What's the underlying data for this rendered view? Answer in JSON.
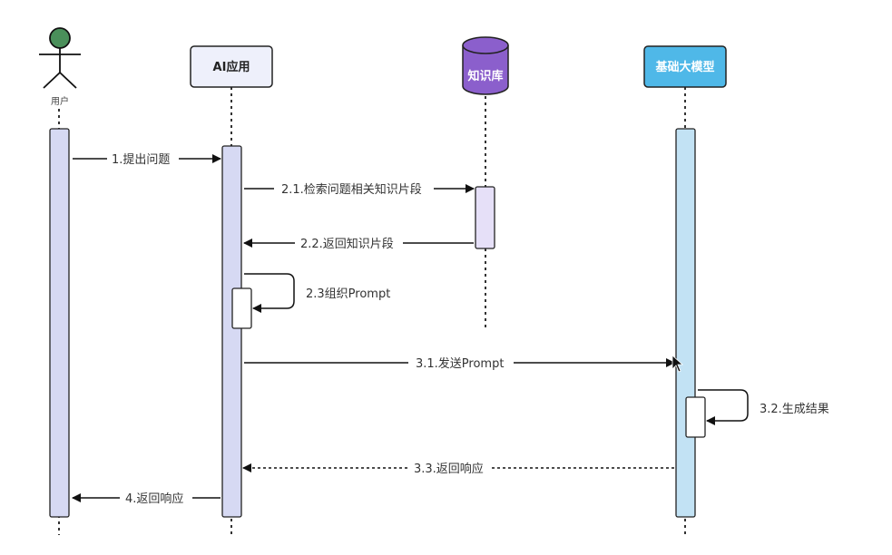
{
  "diagram": {
    "type": "sequence",
    "participants": {
      "user": {
        "label": "用户",
        "kind": "actor",
        "head_color": "#4a8f5a"
      },
      "app": {
        "label": "AI应用",
        "kind": "box",
        "fill": "#eef0fb",
        "text_color": "#222222"
      },
      "kb": {
        "label": "知识库",
        "kind": "database",
        "fill": "#8b5fcc",
        "text_color": "#ffffff"
      },
      "llm": {
        "label": "基础大模型",
        "kind": "box",
        "fill": "#4fb8e8",
        "text_color": "#ffffff"
      }
    },
    "activation_colors": {
      "user": "#d6d9f3",
      "app": "#d6d9f3",
      "kb": "#e6e0f8",
      "llm": "#c2e2f4",
      "self": "#ffffff"
    },
    "messages": [
      {
        "id": "m1",
        "label": "1.提出问题",
        "from": "user",
        "to": "app",
        "style": "solid"
      },
      {
        "id": "m2",
        "label": "2.1.检索问题相关知识片段",
        "from": "app",
        "to": "kb",
        "style": "solid"
      },
      {
        "id": "m3",
        "label": "2.2.返回知识片段",
        "from": "kb",
        "to": "app",
        "style": "solid"
      },
      {
        "id": "m4",
        "label": "2.3组织Prompt",
        "from": "app",
        "to": "app",
        "style": "self"
      },
      {
        "id": "m5",
        "label": "3.1.发送Prompt",
        "from": "app",
        "to": "llm",
        "style": "solid"
      },
      {
        "id": "m6",
        "label": "3.2.生成结果",
        "from": "llm",
        "to": "llm",
        "style": "self"
      },
      {
        "id": "m7",
        "label": "3.3.返回响应",
        "from": "llm",
        "to": "app",
        "style": "dashed"
      },
      {
        "id": "m8",
        "label": "4.返回响应",
        "from": "app",
        "to": "user",
        "style": "solid"
      }
    ]
  }
}
